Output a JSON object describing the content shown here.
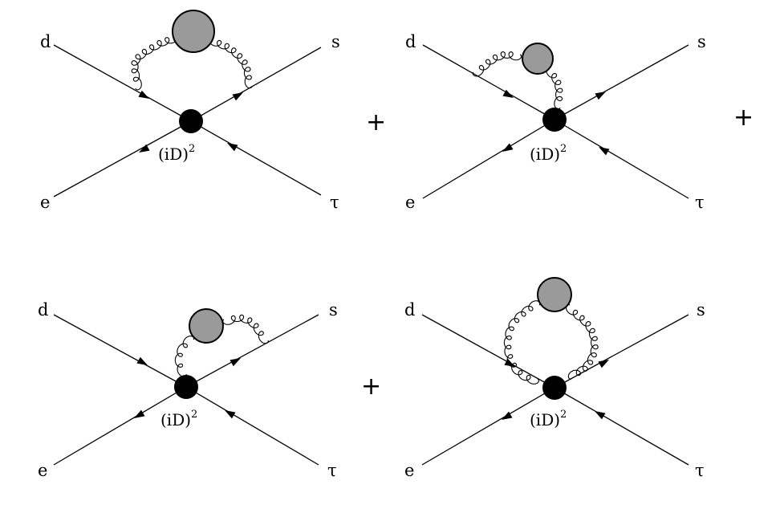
{
  "diagrams": [
    {
      "labels": {
        "top_left": "d",
        "top_right": "s",
        "bottom_left": "e",
        "bottom_right": "τ"
      },
      "vertex_label": {
        "base": "(iD)",
        "exponent": "2"
      }
    },
    {
      "labels": {
        "top_left": "d",
        "top_right": "s",
        "bottom_left": "e",
        "bottom_right": "τ"
      },
      "vertex_label": {
        "base": "(iD)",
        "exponent": "2"
      }
    },
    {
      "labels": {
        "top_left": "d",
        "top_right": "s",
        "bottom_left": "e",
        "bottom_right": "τ"
      },
      "vertex_label": {
        "base": "(iD)",
        "exponent": "2"
      }
    },
    {
      "labels": {
        "top_left": "d",
        "top_right": "s",
        "bottom_left": "e",
        "bottom_right": "τ"
      },
      "vertex_label": {
        "base": "(iD)",
        "exponent": "2"
      }
    }
  ],
  "operators": [
    "+",
    "+",
    "+"
  ],
  "colors": {
    "blob_fill": "#9a9a9a",
    "line": "#000000"
  }
}
